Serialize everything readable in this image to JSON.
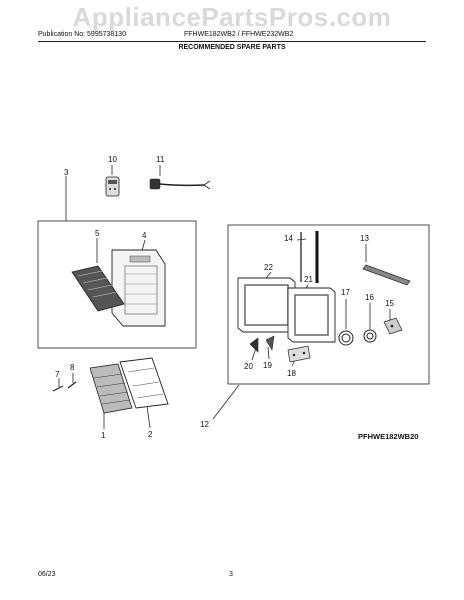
{
  "watermark": "AppliancePartsPros.com",
  "header": {
    "publication": "Publication No: 5995738130",
    "models": "FFHWE182WB2 / FFHWE232WB2",
    "section_title": "RECOMMENDED SPARE PARTS"
  },
  "callouts": {
    "c1": "1",
    "c2": "2",
    "c3": "3",
    "c4": "4",
    "c5": "5",
    "c7": "7",
    "c8": "8",
    "c10": "10",
    "c11": "11",
    "c12": "12",
    "c13": "13",
    "c14": "14",
    "c15": "15",
    "c16": "16",
    "c17": "17",
    "c18": "18",
    "c19": "19",
    "c20": "20",
    "c21": "21",
    "c22": "22"
  },
  "model_label": "PFHWE182WB20",
  "footer": {
    "date": "06/23",
    "page": "3"
  }
}
